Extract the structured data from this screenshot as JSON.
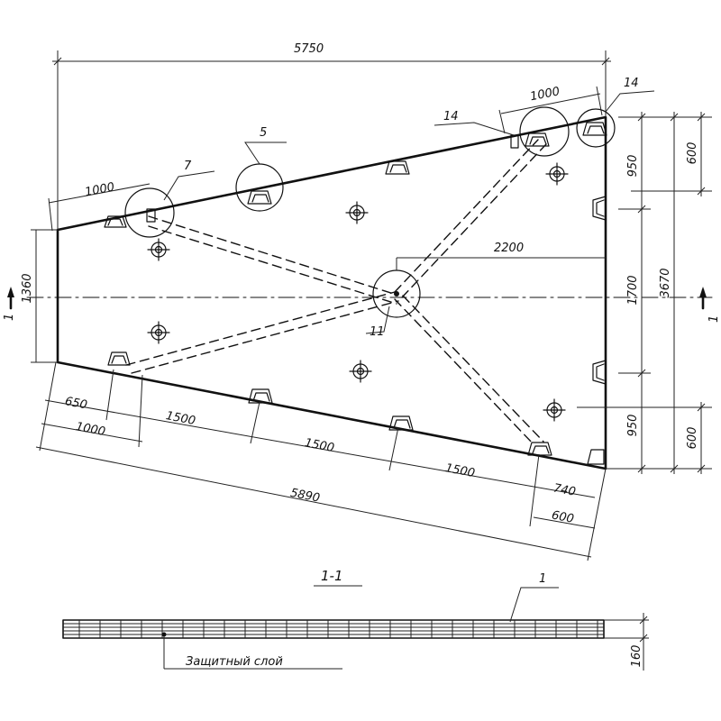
{
  "dimensions": {
    "top_width": "5750",
    "top_right_1000": "1000",
    "left_1000": "1000",
    "left_1360": "1360",
    "mid_2200": "2200",
    "right_950_top": "950",
    "right_600_top": "600",
    "right_1700": "1700",
    "right_3670": "3670",
    "right_950_bottom": "950",
    "right_600_bottom": "600",
    "bottom_650": "650",
    "bottom_1000": "1000",
    "bottom_1500_a": "1500",
    "bottom_1500_b": "1500",
    "bottom_1500_c": "1500",
    "bottom_740": "740",
    "bottom_600": "600",
    "bottom_5890": "5890",
    "section_thickness": "160"
  },
  "marks": {
    "m5": "5",
    "m7": "7",
    "m11": "11",
    "m14_left": "14",
    "m14_right": "14",
    "m1_section": "1"
  },
  "section_cut": {
    "left": "1",
    "right": "1",
    "title": "1-1"
  },
  "section_label": "Защитный слой"
}
